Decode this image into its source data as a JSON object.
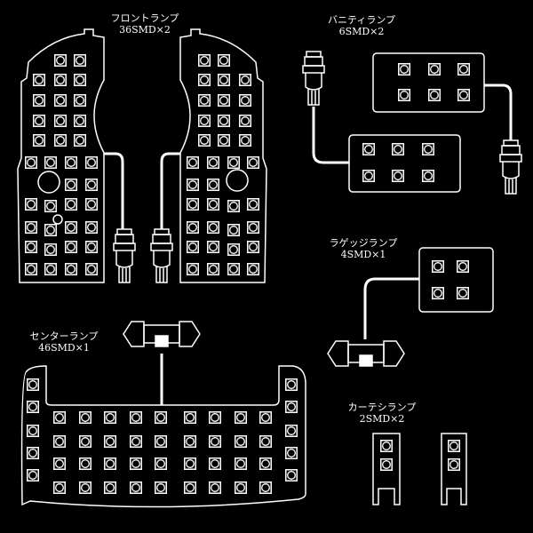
{
  "front": {
    "name": "フロントランプ",
    "spec": "36SMD×2"
  },
  "vanity": {
    "name": "バニティランプ",
    "spec": "6SMD×2"
  },
  "luggage": {
    "name": "ラゲッジランプ",
    "spec": "4SMD×1"
  },
  "center": {
    "name": "センターランプ",
    "spec": "46SMD×1"
  },
  "courtesy": {
    "name": "カーテシランプ",
    "spec": "2SMD×2"
  },
  "colors": {
    "background": "#000000",
    "line": "#ffffff"
  }
}
